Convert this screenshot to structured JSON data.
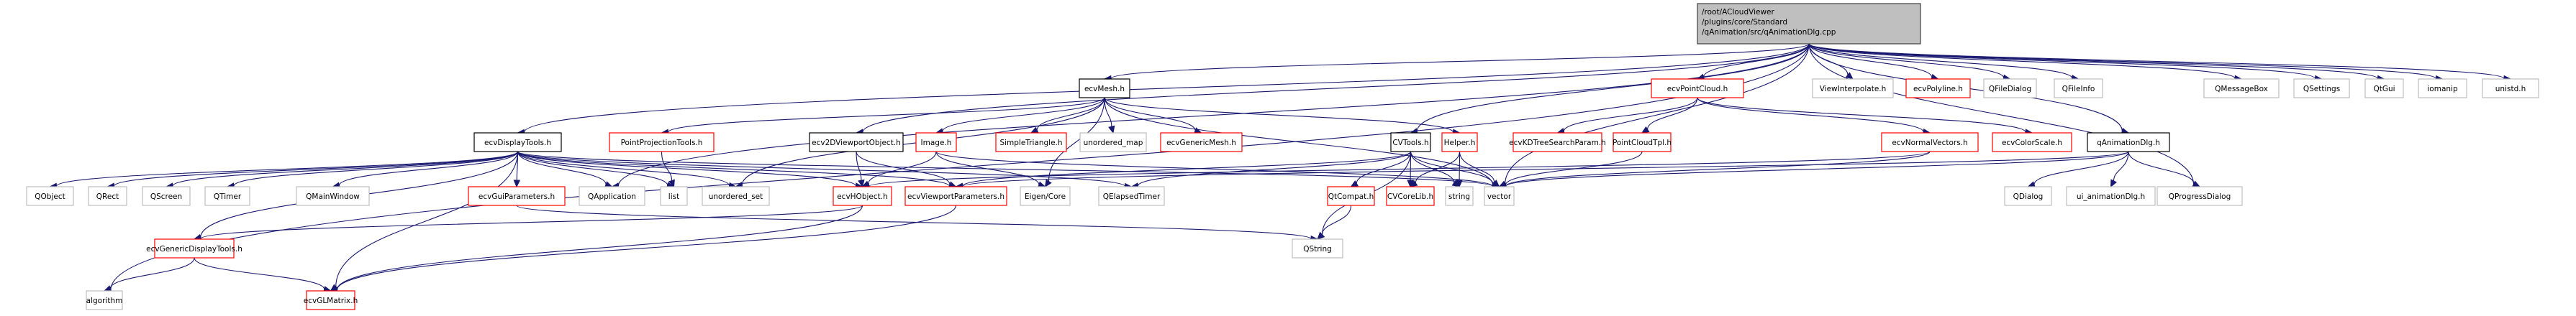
{
  "title": "Include dependency graph for qAnimationDlg.cpp",
  "styles": {
    "root": {
      "fill": "#bfbfbf",
      "stroke": "#404040"
    },
    "documented": {
      "fill": "#ffffff",
      "stroke": "#000000"
    },
    "undocumented": {
      "fill": "#ffffff",
      "stroke": "#ff0000"
    },
    "external": {
      "fill": "#ffffff",
      "stroke": "#bfbfbf"
    },
    "edge_color": "#191970"
  },
  "nodes": [
    {
      "id": "root",
      "label": [
        "/root/ACloudViewer",
        "/plugins/core/Standard",
        "/qAnimation/src/qAnimationDlg.cpp"
      ],
      "kind": "root"
    },
    {
      "id": "ecvMesh",
      "label": [
        "ecvMesh.h"
      ],
      "kind": "documented"
    },
    {
      "id": "ecvPointCloud",
      "label": [
        "ecvPointCloud.h"
      ],
      "kind": "undocumented"
    },
    {
      "id": "ViewInterpolate",
      "label": [
        "ViewInterpolate.h"
      ],
      "kind": "external"
    },
    {
      "id": "ecvPolyline",
      "label": [
        "ecvPolyline.h"
      ],
      "kind": "undocumented"
    },
    {
      "id": "QFileDialog",
      "label": [
        "QFileDialog"
      ],
      "kind": "external"
    },
    {
      "id": "QFileInfo",
      "label": [
        "QFileInfo"
      ],
      "kind": "external"
    },
    {
      "id": "QMessageBox",
      "label": [
        "QMessageBox"
      ],
      "kind": "external"
    },
    {
      "id": "QSettings",
      "label": [
        "QSettings"
      ],
      "kind": "external"
    },
    {
      "id": "QtGui",
      "label": [
        "QtGui"
      ],
      "kind": "external"
    },
    {
      "id": "iomanip",
      "label": [
        "iomanip"
      ],
      "kind": "external"
    },
    {
      "id": "unistd",
      "label": [
        "unistd.h"
      ],
      "kind": "external"
    },
    {
      "id": "ecvDisplayTools",
      "label": [
        "ecvDisplayTools.h"
      ],
      "kind": "documented"
    },
    {
      "id": "PointProjectionTools",
      "label": [
        "PointProjectionTools.h"
      ],
      "kind": "undocumented"
    },
    {
      "id": "ecv2DViewportObject",
      "label": [
        "ecv2DViewportObject.h"
      ],
      "kind": "documented"
    },
    {
      "id": "Image",
      "label": [
        "Image.h"
      ],
      "kind": "undocumented"
    },
    {
      "id": "SimpleTriangle",
      "label": [
        "SimpleTriangle.h"
      ],
      "kind": "undocumented"
    },
    {
      "id": "unordered_map",
      "label": [
        "unordered_map"
      ],
      "kind": "external"
    },
    {
      "id": "ecvGenericMesh",
      "label": [
        "ecvGenericMesh.h"
      ],
      "kind": "undocumented"
    },
    {
      "id": "CVTools",
      "label": [
        "CVTools.h"
      ],
      "kind": "documented"
    },
    {
      "id": "Helper",
      "label": [
        "Helper.h"
      ],
      "kind": "undocumented"
    },
    {
      "id": "ecvKDTreeSearchParam",
      "label": [
        "ecvKDTreeSearchParam.h"
      ],
      "kind": "undocumented"
    },
    {
      "id": "PointCloudTpl",
      "label": [
        "PointCloudTpl.h"
      ],
      "kind": "undocumented"
    },
    {
      "id": "ecvNormalVectors",
      "label": [
        "ecvNormalVectors.h"
      ],
      "kind": "undocumented"
    },
    {
      "id": "ecvColorScale",
      "label": [
        "ecvColorScale.h"
      ],
      "kind": "undocumented"
    },
    {
      "id": "qAnimationDlg",
      "label": [
        "qAnimationDlg.h"
      ],
      "kind": "documented"
    },
    {
      "id": "QObject",
      "label": [
        "QObject"
      ],
      "kind": "external"
    },
    {
      "id": "QRect",
      "label": [
        "QRect"
      ],
      "kind": "external"
    },
    {
      "id": "QScreen",
      "label": [
        "QScreen"
      ],
      "kind": "external"
    },
    {
      "id": "QTimer",
      "label": [
        "QTimer"
      ],
      "kind": "external"
    },
    {
      "id": "QMainWindow",
      "label": [
        "QMainWindow"
      ],
      "kind": "external"
    },
    {
      "id": "ecvGuiParameters",
      "label": [
        "ecvGuiParameters.h"
      ],
      "kind": "undocumented"
    },
    {
      "id": "QApplication",
      "label": [
        "QApplication"
      ],
      "kind": "external"
    },
    {
      "id": "list",
      "label": [
        "list"
      ],
      "kind": "external"
    },
    {
      "id": "unordered_set",
      "label": [
        "unordered_set"
      ],
      "kind": "external"
    },
    {
      "id": "ecvHObject",
      "label": [
        "ecvHObject.h"
      ],
      "kind": "undocumented"
    },
    {
      "id": "ecvViewportParameters",
      "label": [
        "ecvViewportParameters.h"
      ],
      "kind": "undocumented"
    },
    {
      "id": "EigenCore",
      "label": [
        "Eigen/Core"
      ],
      "kind": "external"
    },
    {
      "id": "QElapsedTimer",
      "label": [
        "QElapsedTimer"
      ],
      "kind": "external"
    },
    {
      "id": "QtCompat",
      "label": [
        "QtCompat.h"
      ],
      "kind": "undocumented"
    },
    {
      "id": "CVCoreLib",
      "label": [
        "CVCoreLib.h"
      ],
      "kind": "undocumented"
    },
    {
      "id": "string",
      "label": [
        "string"
      ],
      "kind": "external"
    },
    {
      "id": "vector",
      "label": [
        "vector"
      ],
      "kind": "external"
    },
    {
      "id": "QDialog",
      "label": [
        "QDialog"
      ],
      "kind": "external"
    },
    {
      "id": "ui_animationDlg",
      "label": [
        "ui_animationDlg.h"
      ],
      "kind": "external"
    },
    {
      "id": "QProgressDialog",
      "label": [
        "QProgressDialog"
      ],
      "kind": "external"
    },
    {
      "id": "ecvGenericDisplayTools",
      "label": [
        "ecvGenericDisplayTools.h"
      ],
      "kind": "undocumented"
    },
    {
      "id": "QString",
      "label": [
        "QString"
      ],
      "kind": "external"
    },
    {
      "id": "algorithm",
      "label": [
        "algorithm"
      ],
      "kind": "external"
    },
    {
      "id": "ecvGLMatrix",
      "label": [
        "ecvGLMatrix.h"
      ],
      "kind": "undocumented"
    }
  ],
  "edges": [
    [
      "root",
      "ecvMesh"
    ],
    [
      "root",
      "ecvPointCloud"
    ],
    [
      "root",
      "ViewInterpolate"
    ],
    [
      "root",
      "ecvPolyline"
    ],
    [
      "root",
      "QFileDialog"
    ],
    [
      "root",
      "QFileInfo"
    ],
    [
      "root",
      "QMessageBox"
    ],
    [
      "root",
      "QSettings"
    ],
    [
      "root",
      "QtGui"
    ],
    [
      "root",
      "iomanip"
    ],
    [
      "root",
      "unistd"
    ],
    [
      "root",
      "ecvDisplayTools"
    ],
    [
      "root",
      "ecv2DViewportObject"
    ],
    [
      "root",
      "CVTools"
    ],
    [
      "root",
      "qAnimationDlg"
    ],
    [
      "root",
      "QApplication"
    ],
    [
      "root",
      "algorithm"
    ],
    [
      "root",
      "vector"
    ],
    [
      "root",
      "QProgressDialog"
    ],
    [
      "ecvMesh",
      "PointProjectionTools"
    ],
    [
      "ecvMesh",
      "Image"
    ],
    [
      "ecvMesh",
      "SimpleTriangle"
    ],
    [
      "ecvMesh",
      "unordered_map"
    ],
    [
      "ecvMesh",
      "ecvGenericMesh"
    ],
    [
      "ecvMesh",
      "Helper"
    ],
    [
      "ecvMesh",
      "unordered_set"
    ],
    [
      "ecvMesh",
      "EigenCore"
    ],
    [
      "ecvMesh",
      "vector"
    ],
    [
      "ecvPointCloud",
      "ecvKDTreeSearchParam"
    ],
    [
      "ecvPointCloud",
      "PointCloudTpl"
    ],
    [
      "ecvPointCloud",
      "ecvNormalVectors"
    ],
    [
      "ecvPointCloud",
      "ecvColorScale"
    ],
    [
      "ecvDisplayTools",
      "QObject"
    ],
    [
      "ecvDisplayTools",
      "QRect"
    ],
    [
      "ecvDisplayTools",
      "QScreen"
    ],
    [
      "ecvDisplayTools",
      "QTimer"
    ],
    [
      "ecvDisplayTools",
      "QMainWindow"
    ],
    [
      "ecvDisplayTools",
      "ecvGuiParameters"
    ],
    [
      "ecvDisplayTools",
      "QApplication"
    ],
    [
      "ecvDisplayTools",
      "list"
    ],
    [
      "ecvDisplayTools",
      "unordered_set"
    ],
    [
      "ecvDisplayTools",
      "ecvHObject"
    ],
    [
      "ecvDisplayTools",
      "ecvViewportParameters"
    ],
    [
      "ecvDisplayTools",
      "QElapsedTimer"
    ],
    [
      "ecvDisplayTools",
      "vector"
    ],
    [
      "ecvDisplayTools",
      "ecvGenericDisplayTools"
    ],
    [
      "ecvDisplayTools",
      "ecvGLMatrix"
    ],
    [
      "PointProjectionTools",
      "list"
    ],
    [
      "ecv2DViewportObject",
      "ecvHObject"
    ],
    [
      "ecv2DViewportObject",
      "ecvViewportParameters"
    ],
    [
      "Image",
      "ecvHObject"
    ],
    [
      "Image",
      "EigenCore"
    ],
    [
      "Image",
      "vector"
    ],
    [
      "CVTools",
      "QtCompat"
    ],
    [
      "CVTools",
      "CVCoreLib"
    ],
    [
      "CVTools",
      "string"
    ],
    [
      "CVTools",
      "vector"
    ],
    [
      "CVTools",
      "QElapsedTimer"
    ],
    [
      "CVTools",
      "QString"
    ],
    [
      "CVTools",
      "ecvViewportParameters"
    ],
    [
      "Helper",
      "CVCoreLib"
    ],
    [
      "Helper",
      "string"
    ],
    [
      "Helper",
      "vector"
    ],
    [
      "PointCloudTpl",
      "vector"
    ],
    [
      "ecvNormalVectors",
      "vector"
    ],
    [
      "ecvNormalVectors",
      "ecvHObject"
    ],
    [
      "qAnimationDlg",
      "QDialog"
    ],
    [
      "qAnimationDlg",
      "ui_animationDlg"
    ],
    [
      "qAnimationDlg",
      "QProgressDialog"
    ],
    [
      "qAnimationDlg",
      "vector"
    ],
    [
      "qAnimationDlg",
      "ecvViewportParameters"
    ],
    [
      "ecvGuiParameters",
      "QString"
    ],
    [
      "QtCompat",
      "QString"
    ],
    [
      "ecvHObject",
      "ecvGenericDisplayTools"
    ],
    [
      "ecvHObject",
      "ecvGLMatrix"
    ],
    [
      "ecvViewportParameters",
      "ecvGLMatrix"
    ],
    [
      "ecvGenericDisplayTools",
      "algorithm"
    ],
    [
      "ecvGenericDisplayTools",
      "ecvGLMatrix"
    ]
  ]
}
